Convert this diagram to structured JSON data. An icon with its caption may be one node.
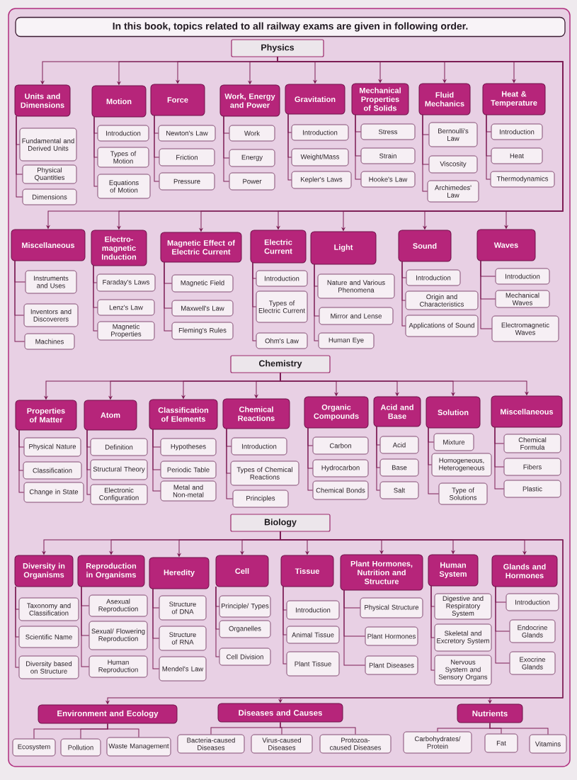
{
  "diagram": {
    "title": "In this book, topics related to all railway exams are given in following order.",
    "nodes": [
      {
        "text": [
          "Physics"
        ]
      },
      {
        "text": [
          "Units and Dimensions"
        ]
      },
      {
        "text": [
          "Fundamental and Derived Units"
        ]
      },
      {
        "text": [
          "Physical Quantities"
        ]
      },
      {
        "text": [
          "Dimensions"
        ]
      },
      {
        "text": [
          "Motion"
        ]
      },
      {
        "text": [
          "Introduction"
        ]
      },
      {
        "text": [
          "Types of Motion"
        ]
      },
      {
        "text": [
          "Equations of Motion"
        ]
      },
      {
        "text": [
          "Force"
        ]
      },
      {
        "text": [
          "Newton's Law"
        ]
      },
      {
        "text": [
          "Friction"
        ]
      },
      {
        "text": [
          "Pressure"
        ]
      },
      {
        "text": [
          "Work, Energy and Power"
        ]
      },
      {
        "text": [
          "Work"
        ]
      },
      {
        "text": [
          "Energy"
        ]
      },
      {
        "text": [
          "Power"
        ]
      },
      {
        "text": [
          "Gravitation"
        ]
      },
      {
        "text": [
          "Introduction"
        ]
      },
      {
        "text": [
          "Weight/Mass"
        ]
      },
      {
        "text": [
          "Kepler's Laws"
        ]
      },
      {
        "text": [
          "Mechanical Properties of Solids"
        ]
      },
      {
        "text": [
          "Stress"
        ]
      },
      {
        "text": [
          "Strain"
        ]
      },
      {
        "text": [
          "Hooke's Law"
        ]
      },
      {
        "text": [
          "Fluid Mechanics"
        ]
      },
      {
        "text": [
          "Bernoulli's Law"
        ]
      },
      {
        "text": [
          "Viscosity"
        ]
      },
      {
        "text": [
          "Archimedes' Law"
        ]
      },
      {
        "text": [
          "Heat & Temperature"
        ]
      },
      {
        "text": [
          "Introduction"
        ]
      },
      {
        "text": [
          "Heat"
        ]
      },
      {
        "text": [
          "Thermodynamics"
        ]
      },
      {
        "text": [
          "Miscellaneous"
        ]
      },
      {
        "text": [
          "Instruments and Uses"
        ]
      },
      {
        "text": [
          "Inventors and Discoverers"
        ]
      },
      {
        "text": [
          "Machines"
        ]
      },
      {
        "text": [
          "Electro-magnetic Induction"
        ]
      },
      {
        "text": [
          "Faraday's Laws"
        ]
      },
      {
        "text": [
          "Lenz's Law"
        ]
      },
      {
        "text": [
          "Magnetic Properties"
        ]
      },
      {
        "text": [
          "Magnetic Effect of Electric Current"
        ]
      },
      {
        "text": [
          "Magnetic Field"
        ]
      },
      {
        "text": [
          "Maxwell's Law"
        ]
      },
      {
        "text": [
          "Fleming's Rules"
        ]
      },
      {
        "text": [
          "Electric Current"
        ]
      },
      {
        "text": [
          "Introduction"
        ]
      },
      {
        "text": [
          "Types of Electric Current"
        ]
      },
      {
        "text": [
          "Ohm's Law"
        ]
      },
      {
        "text": [
          "Light"
        ]
      },
      {
        "text": [
          "Nature and Various Phenomena"
        ]
      },
      {
        "text": [
          "Mirror and Lense"
        ]
      },
      {
        "text": [
          "Human Eye"
        ]
      },
      {
        "text": [
          "Sound"
        ]
      },
      {
        "text": [
          "Introduction"
        ]
      },
      {
        "text": [
          "Origin and Characteristics"
        ]
      },
      {
        "text": [
          "Applications of Sound"
        ]
      },
      {
        "text": [
          "Waves"
        ]
      },
      {
        "text": [
          "Introduction"
        ]
      },
      {
        "text": [
          "Mechanical Waves"
        ]
      },
      {
        "text": [
          "Electromagnetic Waves"
        ]
      },
      {
        "text": [
          "Chemistry"
        ]
      },
      {
        "text": [
          "Properties of Matter"
        ]
      },
      {
        "text": [
          "Physical Nature"
        ]
      },
      {
        "text": [
          "Classification"
        ]
      },
      {
        "text": [
          "Change in State"
        ]
      },
      {
        "text": [
          "Atom"
        ]
      },
      {
        "text": [
          "Definition"
        ]
      },
      {
        "text": [
          "Structural Theory"
        ]
      },
      {
        "text": [
          "Electronic Configuration"
        ]
      },
      {
        "text": [
          "Classification of Elements"
        ]
      },
      {
        "text": [
          "Hypotheses"
        ]
      },
      {
        "text": [
          "Periodic Table"
        ]
      },
      {
        "text": [
          "Metal and Non-metal"
        ]
      },
      {
        "text": [
          "Chemical Reactions"
        ]
      },
      {
        "text": [
          "Introduction"
        ]
      },
      {
        "text": [
          "Types of Chemical Reactions"
        ]
      },
      {
        "text": [
          "Principles"
        ]
      },
      {
        "text": [
          "Organic Compounds"
        ]
      },
      {
        "text": [
          "Carbon"
        ]
      },
      {
        "text": [
          "Hydrocarbon"
        ]
      },
      {
        "text": [
          "Chemical Bonds"
        ]
      },
      {
        "text": [
          "Acid and Base"
        ]
      },
      {
        "text": [
          "Acid"
        ]
      },
      {
        "text": [
          "Base"
        ]
      },
      {
        "text": [
          "Salt"
        ]
      },
      {
        "text": [
          "Solution"
        ]
      },
      {
        "text": [
          "Mixture"
        ]
      },
      {
        "text": [
          "Homogeneous, Heterogeneous"
        ]
      },
      {
        "text": [
          "Type of Solutions"
        ]
      },
      {
        "text": [
          "Miscellaneous"
        ]
      },
      {
        "text": [
          "Chemical Formula"
        ]
      },
      {
        "text": [
          "Fibers"
        ]
      },
      {
        "text": [
          "Plastic"
        ]
      },
      {
        "text": [
          "Biology"
        ]
      },
      {
        "text": [
          "Diversity in Organisms"
        ]
      },
      {
        "text": [
          "Taxonomy and Classification"
        ]
      },
      {
        "text": [
          "Scientific Name"
        ]
      },
      {
        "text": [
          "Diversity based on Structure"
        ]
      },
      {
        "text": [
          "Reproduction in Organisms"
        ]
      },
      {
        "text": [
          "Asexual Reproduction"
        ]
      },
      {
        "text": [
          "Sexual/ Flowering Reproduction"
        ]
      },
      {
        "text": [
          "Human Reproduction"
        ]
      },
      {
        "text": [
          "Heredity"
        ]
      },
      {
        "text": [
          "Structure of DNA"
        ]
      },
      {
        "text": [
          "Structure of RNA"
        ]
      },
      {
        "text": [
          "Mendel's Law"
        ]
      },
      {
        "text": [
          "Cell"
        ]
      },
      {
        "text": [
          "Principle/ Types"
        ]
      },
      {
        "text": [
          "Organelles"
        ]
      },
      {
        "text": [
          "Cell Division"
        ]
      },
      {
        "text": [
          "Tissue"
        ]
      },
      {
        "text": [
          "Introduction"
        ]
      },
      {
        "text": [
          "Animal Tissue"
        ]
      },
      {
        "text": [
          "Plant Tissue"
        ]
      },
      {
        "text": [
          "Plant Hormones, Nutrition and Structure"
        ]
      },
      {
        "text": [
          "Physical Structure"
        ]
      },
      {
        "text": [
          "Plant Hormones"
        ]
      },
      {
        "text": [
          "Plant Diseases"
        ]
      },
      {
        "text": [
          "Human System"
        ]
      },
      {
        "text": [
          "Digestive and Respiratory System"
        ]
      },
      {
        "text": [
          "Skeletal and Excretory System"
        ]
      },
      {
        "text": [
          "Nervous System and Sensory Organs"
        ]
      },
      {
        "text": [
          "Glands and Hormones"
        ]
      },
      {
        "text": [
          "Introduction"
        ]
      },
      {
        "text": [
          "Endocrine Glands"
        ]
      },
      {
        "text": [
          "Exocrine Glands"
        ]
      },
      {
        "text": [
          "Environment and Ecology"
        ]
      },
      {
        "text": [
          "Ecosystem"
        ]
      },
      {
        "text": [
          "Pollution"
        ]
      },
      {
        "text": [
          "Waste Management"
        ]
      },
      {
        "text": [
          "Diseases and Causes"
        ]
      },
      {
        "text": [
          "Bacteria-caused Diseases"
        ]
      },
      {
        "text": [
          "Virus-caused Diseases"
        ]
      },
      {
        "text": [
          "Protozoa-caused Diseases"
        ]
      },
      {
        "text": [
          "Nutrients"
        ]
      },
      {
        "text": [
          "Carbohydrates/ Protein"
        ]
      },
      {
        "text": [
          "Fat"
        ]
      },
      {
        "text": [
          "Vitamins"
        ]
      }
    ],
    "edges": [
      {
        "from": 0,
        "to": 1,
        "arrow": "to"
      },
      {
        "from": 1,
        "to": 2,
        "arrow": "none"
      },
      {
        "from": 1,
        "to": 3,
        "arrow": "none"
      },
      {
        "from": 1,
        "to": 4,
        "arrow": "none"
      },
      {
        "from": 0,
        "to": 5,
        "arrow": "to"
      },
      {
        "from": 5,
        "to": 6,
        "arrow": "none"
      },
      {
        "from": 5,
        "to": 7,
        "arrow": "none"
      },
      {
        "from": 5,
        "to": 8,
        "arrow": "none"
      },
      {
        "from": 0,
        "to": 9,
        "arrow": "to"
      },
      {
        "from": 9,
        "to": 10,
        "arrow": "none"
      },
      {
        "from": 9,
        "to": 11,
        "arrow": "none"
      },
      {
        "from": 9,
        "to": 12,
        "arrow": "none"
      },
      {
        "from": 0,
        "to": 13,
        "arrow": "to"
      },
      {
        "from": 13,
        "to": 14,
        "arrow": "none"
      },
      {
        "from": 13,
        "to": 15,
        "arrow": "none"
      },
      {
        "from": 13,
        "to": 16,
        "arrow": "none"
      },
      {
        "from": 0,
        "to": 17,
        "arrow": "to"
      },
      {
        "from": 17,
        "to": 18,
        "arrow": "none"
      },
      {
        "from": 17,
        "to": 19,
        "arrow": "none"
      },
      {
        "from": 17,
        "to": 20,
        "arrow": "none"
      },
      {
        "from": 0,
        "to": 21,
        "arrow": "to"
      },
      {
        "from": 21,
        "to": 22,
        "arrow": "none"
      },
      {
        "from": 21,
        "to": 23,
        "arrow": "none"
      },
      {
        "from": 21,
        "to": 24,
        "arrow": "none"
      },
      {
        "from": 0,
        "to": 25,
        "arrow": "to"
      },
      {
        "from": 25,
        "to": 26,
        "arrow": "none"
      },
      {
        "from": 25,
        "to": 27,
        "arrow": "none"
      },
      {
        "from": 25,
        "to": 28,
        "arrow": "none"
      },
      {
        "from": 0,
        "to": 29,
        "arrow": "to"
      },
      {
        "from": 29,
        "to": 30,
        "arrow": "none"
      },
      {
        "from": 29,
        "to": 31,
        "arrow": "none"
      },
      {
        "from": 29,
        "to": 32,
        "arrow": "none"
      },
      {
        "from": 0,
        "to": 33,
        "arrow": "to"
      },
      {
        "from": 33,
        "to": 34,
        "arrow": "none"
      },
      {
        "from": 33,
        "to": 35,
        "arrow": "none"
      },
      {
        "from": 33,
        "to": 36,
        "arrow": "none"
      },
      {
        "from": 0,
        "to": 37,
        "arrow": "to"
      },
      {
        "from": 37,
        "to": 38,
        "arrow": "none"
      },
      {
        "from": 37,
        "to": 39,
        "arrow": "none"
      },
      {
        "from": 37,
        "to": 40,
        "arrow": "none"
      },
      {
        "from": 0,
        "to": 41,
        "arrow": "to"
      },
      {
        "from": 41,
        "to": 42,
        "arrow": "none"
      },
      {
        "from": 41,
        "to": 43,
        "arrow": "none"
      },
      {
        "from": 41,
        "to": 44,
        "arrow": "none"
      },
      {
        "from": 0,
        "to": 45,
        "arrow": "to"
      },
      {
        "from": 45,
        "to": 46,
        "arrow": "none"
      },
      {
        "from": 45,
        "to": 47,
        "arrow": "none"
      },
      {
        "from": 45,
        "to": 48,
        "arrow": "none"
      },
      {
        "from": 0,
        "to": 49,
        "arrow": "to"
      },
      {
        "from": 49,
        "to": 50,
        "arrow": "none"
      },
      {
        "from": 49,
        "to": 51,
        "arrow": "none"
      },
      {
        "from": 49,
        "to": 52,
        "arrow": "none"
      },
      {
        "from": 0,
        "to": 53,
        "arrow": "to"
      },
      {
        "from": 53,
        "to": 54,
        "arrow": "none"
      },
      {
        "from": 53,
        "to": 55,
        "arrow": "none"
      },
      {
        "from": 53,
        "to": 56,
        "arrow": "none"
      },
      {
        "from": 0,
        "to": 57,
        "arrow": "to"
      },
      {
        "from": 57,
        "to": 58,
        "arrow": "none"
      },
      {
        "from": 57,
        "to": 59,
        "arrow": "none"
      },
      {
        "from": 57,
        "to": 60,
        "arrow": "none"
      },
      {
        "from": 61,
        "to": 62,
        "arrow": "to"
      },
      {
        "from": 62,
        "to": 63,
        "arrow": "none"
      },
      {
        "from": 62,
        "to": 64,
        "arrow": "none"
      },
      {
        "from": 62,
        "to": 65,
        "arrow": "none"
      },
      {
        "from": 61,
        "to": 66,
        "arrow": "to"
      },
      {
        "from": 66,
        "to": 67,
        "arrow": "none"
      },
      {
        "from": 66,
        "to": 68,
        "arrow": "none"
      },
      {
        "from": 66,
        "to": 69,
        "arrow": "none"
      },
      {
        "from": 61,
        "to": 70,
        "arrow": "to"
      },
      {
        "from": 70,
        "to": 71,
        "arrow": "none"
      },
      {
        "from": 70,
        "to": 72,
        "arrow": "none"
      },
      {
        "from": 70,
        "to": 73,
        "arrow": "none"
      },
      {
        "from": 61,
        "to": 74,
        "arrow": "to"
      },
      {
        "from": 74,
        "to": 75,
        "arrow": "none"
      },
      {
        "from": 74,
        "to": 76,
        "arrow": "none"
      },
      {
        "from": 74,
        "to": 77,
        "arrow": "none"
      },
      {
        "from": 61,
        "to": 78,
        "arrow": "to"
      },
      {
        "from": 78,
        "to": 79,
        "arrow": "none"
      },
      {
        "from": 78,
        "to": 80,
        "arrow": "none"
      },
      {
        "from": 78,
        "to": 81,
        "arrow": "none"
      },
      {
        "from": 61,
        "to": 82,
        "arrow": "to"
      },
      {
        "from": 82,
        "to": 83,
        "arrow": "none"
      },
      {
        "from": 82,
        "to": 84,
        "arrow": "none"
      },
      {
        "from": 82,
        "to": 85,
        "arrow": "none"
      },
      {
        "from": 61,
        "to": 86,
        "arrow": "to"
      },
      {
        "from": 86,
        "to": 87,
        "arrow": "none"
      },
      {
        "from": 86,
        "to": 88,
        "arrow": "none"
      },
      {
        "from": 86,
        "to": 89,
        "arrow": "none"
      },
      {
        "from": 61,
        "to": 90,
        "arrow": "to"
      },
      {
        "from": 90,
        "to": 91,
        "arrow": "none"
      },
      {
        "from": 90,
        "to": 92,
        "arrow": "none"
      },
      {
        "from": 90,
        "to": 93,
        "arrow": "none"
      },
      {
        "from": 94,
        "to": 95,
        "arrow": "to"
      },
      {
        "from": 95,
        "to": 96,
        "arrow": "none"
      },
      {
        "from": 95,
        "to": 97,
        "arrow": "none"
      },
      {
        "from": 95,
        "to": 98,
        "arrow": "none"
      },
      {
        "from": 94,
        "to": 99,
        "arrow": "to"
      },
      {
        "from": 99,
        "to": 100,
        "arrow": "none"
      },
      {
        "from": 99,
        "to": 101,
        "arrow": "none"
      },
      {
        "from": 99,
        "to": 102,
        "arrow": "none"
      },
      {
        "from": 94,
        "to": 103,
        "arrow": "to"
      },
      {
        "from": 103,
        "to": 104,
        "arrow": "none"
      },
      {
        "from": 103,
        "to": 105,
        "arrow": "none"
      },
      {
        "from": 103,
        "to": 106,
        "arrow": "none"
      },
      {
        "from": 94,
        "to": 107,
        "arrow": "to"
      },
      {
        "from": 107,
        "to": 108,
        "arrow": "none"
      },
      {
        "from": 107,
        "to": 109,
        "arrow": "none"
      },
      {
        "from": 107,
        "to": 110,
        "arrow": "none"
      },
      {
        "from": 94,
        "to": 111,
        "arrow": "to"
      },
      {
        "from": 111,
        "to": 112,
        "arrow": "none"
      },
      {
        "from": 111,
        "to": 113,
        "arrow": "none"
      },
      {
        "from": 111,
        "to": 114,
        "arrow": "none"
      },
      {
        "from": 94,
        "to": 115,
        "arrow": "to"
      },
      {
        "from": 115,
        "to": 116,
        "arrow": "none"
      },
      {
        "from": 115,
        "to": 117,
        "arrow": "none"
      },
      {
        "from": 115,
        "to": 118,
        "arrow": "none"
      },
      {
        "from": 94,
        "to": 119,
        "arrow": "to"
      },
      {
        "from": 119,
        "to": 120,
        "arrow": "none"
      },
      {
        "from": 119,
        "to": 121,
        "arrow": "none"
      },
      {
        "from": 119,
        "to": 122,
        "arrow": "none"
      },
      {
        "from": 94,
        "to": 123,
        "arrow": "to"
      },
      {
        "from": 123,
        "to": 124,
        "arrow": "none"
      },
      {
        "from": 123,
        "to": 125,
        "arrow": "none"
      },
      {
        "from": 123,
        "to": 126,
        "arrow": "none"
      },
      {
        "from": 94,
        "to": 127,
        "arrow": "to"
      },
      {
        "from": 127,
        "to": 128,
        "arrow": "none"
      },
      {
        "from": 127,
        "to": 129,
        "arrow": "none"
      },
      {
        "from": 127,
        "to": 130,
        "arrow": "none"
      },
      {
        "from": 94,
        "to": 131,
        "arrow": "to"
      },
      {
        "from": 131,
        "to": 132,
        "arrow": "none"
      },
      {
        "from": 131,
        "to": 133,
        "arrow": "none"
      },
      {
        "from": 131,
        "to": 134,
        "arrow": "none"
      },
      {
        "from": 94,
        "to": 135,
        "arrow": "to"
      },
      {
        "from": 135,
        "to": 136,
        "arrow": "none"
      },
      {
        "from": 135,
        "to": 137,
        "arrow": "none"
      },
      {
        "from": 135,
        "to": 138,
        "arrow": "none"
      }
    ]
  }
}
